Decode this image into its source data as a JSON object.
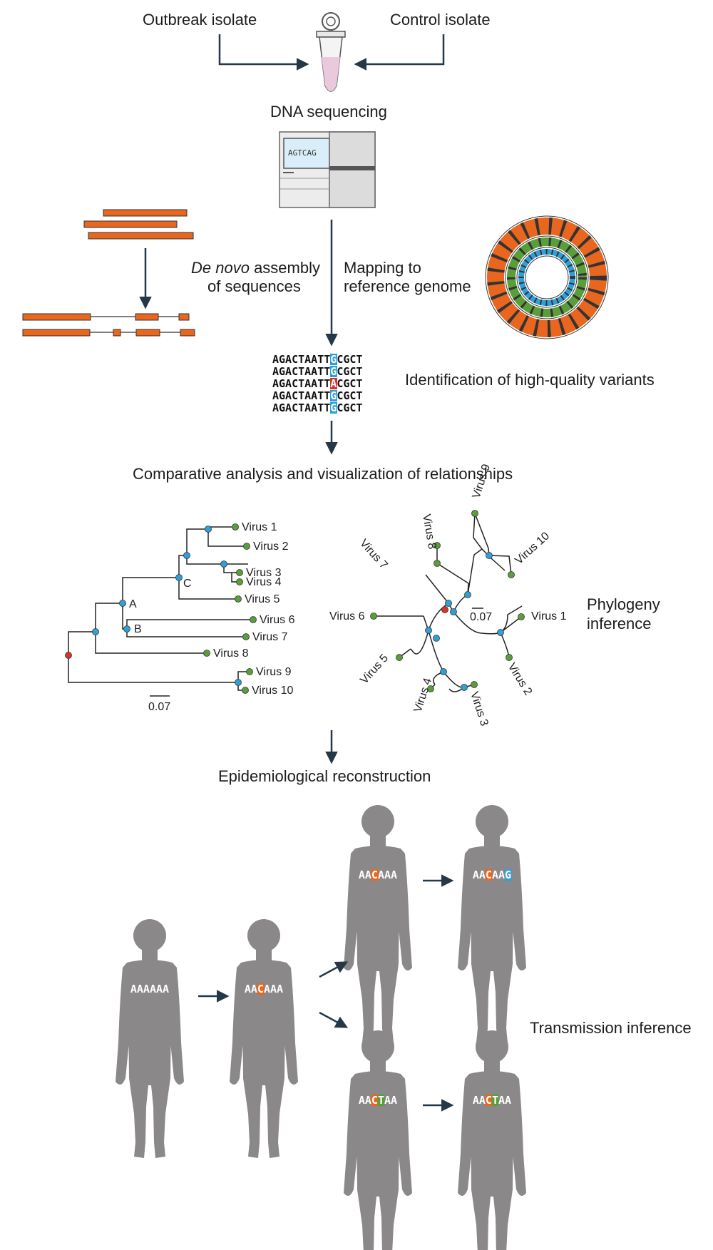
{
  "labels": {
    "outbreak": "Outbreak isolate",
    "control": "Control isolate",
    "dna_seq": "DNA sequencing",
    "sequencer_screen": "AGTCAG",
    "denovo_italic": "De novo",
    "denovo_rest": " assembly",
    "denovo_line2": "of sequences",
    "mapping_line1": "Mapping to",
    "mapping_line2": "reference genome",
    "variants": "Identification of high-quality variants",
    "comparative": "Comparative analysis and visualization of relationships",
    "phylo_line1": "Phylogeny",
    "phylo_line2": "inference",
    "epi": "Epidemiological reconstruction",
    "transmission": "Transmission inference"
  },
  "alignment": [
    {
      "pre": "AGACTAATT",
      "var": "G",
      "post": "CGCT",
      "color": "#2f9fd8"
    },
    {
      "pre": "AGACTAATT",
      "var": "G",
      "post": "CGCT",
      "color": "#2f9fd8"
    },
    {
      "pre": "AGACTAATT",
      "var": "A",
      "post": "CGCT",
      "color": "#d6352a"
    },
    {
      "pre": "AGACTAATT",
      "var": "G",
      "post": "CGCT",
      "color": "#2f9fd8"
    },
    {
      "pre": "AGACTAATT",
      "var": "G",
      "post": "CGCT",
      "color": "#2f9fd8"
    }
  ],
  "tree": {
    "viruses": [
      "Virus 1",
      "Virus 2",
      "Virus 3",
      "Virus 4",
      "Virus 5",
      "Virus 6",
      "Virus 7",
      "Virus 8",
      "Virus 9",
      "Virus 10"
    ],
    "nodes": [
      "A",
      "B",
      "C"
    ],
    "scale": "0.07"
  },
  "people": [
    {
      "pre": "AAAAAA",
      "var": "",
      "post": "",
      "color": ""
    },
    {
      "pre": "AA",
      "var": "C",
      "post": "AAA",
      "color": "#e8661e"
    },
    {
      "pre": "AA",
      "var": "C",
      "post": "AAA",
      "color": "#e8661e"
    },
    {
      "pre": "AA",
      "var": "C",
      "post": "AA",
      "var2": "G",
      "color": "#e8661e",
      "color2": "#2f9fd8"
    },
    {
      "pre": "AA",
      "var": "C",
      "post": "",
      "var2": "T",
      "post2": "AA",
      "color": "#e8661e",
      "color2": "#5a9e3a"
    },
    {
      "pre": "AA",
      "var": "C",
      "post": "",
      "var2": "T",
      "post2": "AA",
      "color": "#e8661e",
      "color2": "#5a9e3a"
    }
  ],
  "colors": {
    "orange": "#e8661e",
    "green": "#5a9e3a",
    "blue": "#2f9fd8",
    "red": "#d6352a",
    "grey": "#8a8888",
    "dark": "#243847"
  }
}
